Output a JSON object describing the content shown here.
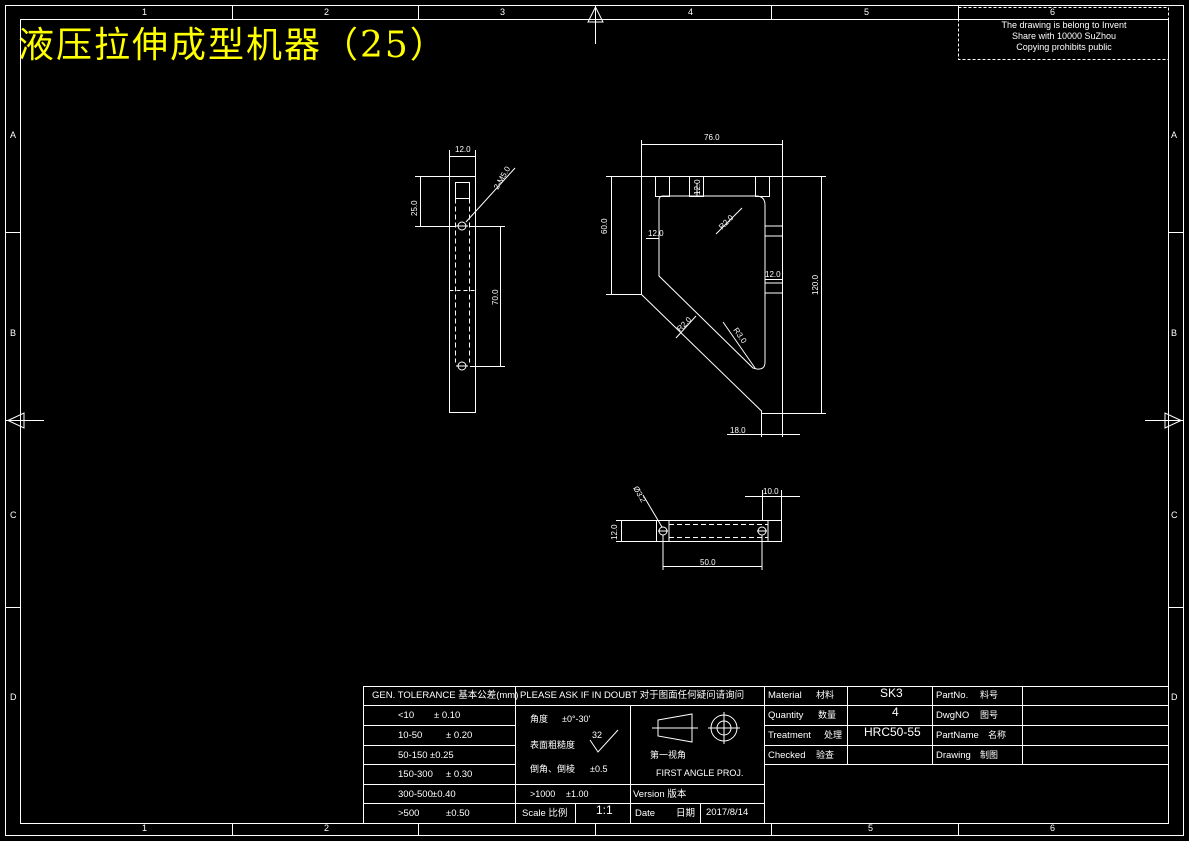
{
  "title": "液压拉伸成型机器（25）",
  "notice": {
    "line1": "The drawing is belong to Invent",
    "line2": "Share with 10000 SuZhou",
    "line3": "Copying prohibits public"
  },
  "zones": {
    "columns": [
      "1",
      "2",
      "3",
      "4",
      "5",
      "6"
    ],
    "rows": [
      "A",
      "B",
      "C",
      "D"
    ]
  },
  "dimensions": {
    "side_width": "12.0",
    "side_hole": "2-M5.0",
    "side_top": "25.0",
    "side_span": "70.0",
    "front_width": "76.0",
    "front_height_left": "60.0",
    "front_height_right": "120.0",
    "front_wall_top": "12.0",
    "front_wall_left": "12.0",
    "front_wall_right": "12.0",
    "front_r_top": "R2.0",
    "front_r_mid": "R2.0",
    "front_r_bottom": "R3.0",
    "front_foot": "18.0",
    "bottom_hole": "Ø3.2",
    "bottom_end": "10.0",
    "bottom_height": "12.0",
    "bottom_span": "50.0"
  },
  "title_block": {
    "gen_tolerance": "GEN. TOLERANCE 基本公差(mm)",
    "tolerances": [
      {
        "range": "<10",
        "value": "± 0.10"
      },
      {
        "range": "10-50",
        "value": "± 0.20"
      },
      {
        "range": "50-150",
        "value": "±0.25"
      },
      {
        "range": "150-300",
        "value": "± 0.30"
      },
      {
        "range": "300-500",
        "value": "±0.40"
      },
      {
        "range": ">500",
        "value": "±0.50"
      }
    ],
    "please_ask": "PLEASE ASK IF IN DOUBT 对于图面任何疑问请询问",
    "angle_label": "角度",
    "angle_value": "±0°-30'",
    "roughness_label": "表面粗糙度",
    "roughness_value": "32",
    "chamfer_label": "倒角、倒棱",
    "chamfer_value": "±0.5",
    "over_1000": ">1000",
    "over_1000_value": "±1.00",
    "scale_label": "Scale 比例",
    "scale_value": "1:1",
    "projection_cn": "第一视角",
    "projection_en": "FIRST ANGLE PROJ.",
    "version_label": "Version 版本",
    "date_label": "Date",
    "date_cn": "日期",
    "date_value": "2017/8/14",
    "material_label": "Material",
    "material_cn": "材料",
    "material_value": "SK3",
    "quantity_label": "Quantity",
    "quantity_cn": "数量",
    "quantity_value": "4",
    "treatment_label": "Treatment",
    "treatment_cn": "处理",
    "treatment_value": "HRC50-55",
    "checked_label": "Checked",
    "checked_cn": "验查",
    "partno_label": "PartNo.",
    "partno_cn": "料号",
    "dwgno_label": "DwgNO",
    "dwgno_cn": "图号",
    "partname_label": "PartName",
    "partname_cn": "名称",
    "drawing_label": "Drawing",
    "drawing_cn": "制图"
  }
}
